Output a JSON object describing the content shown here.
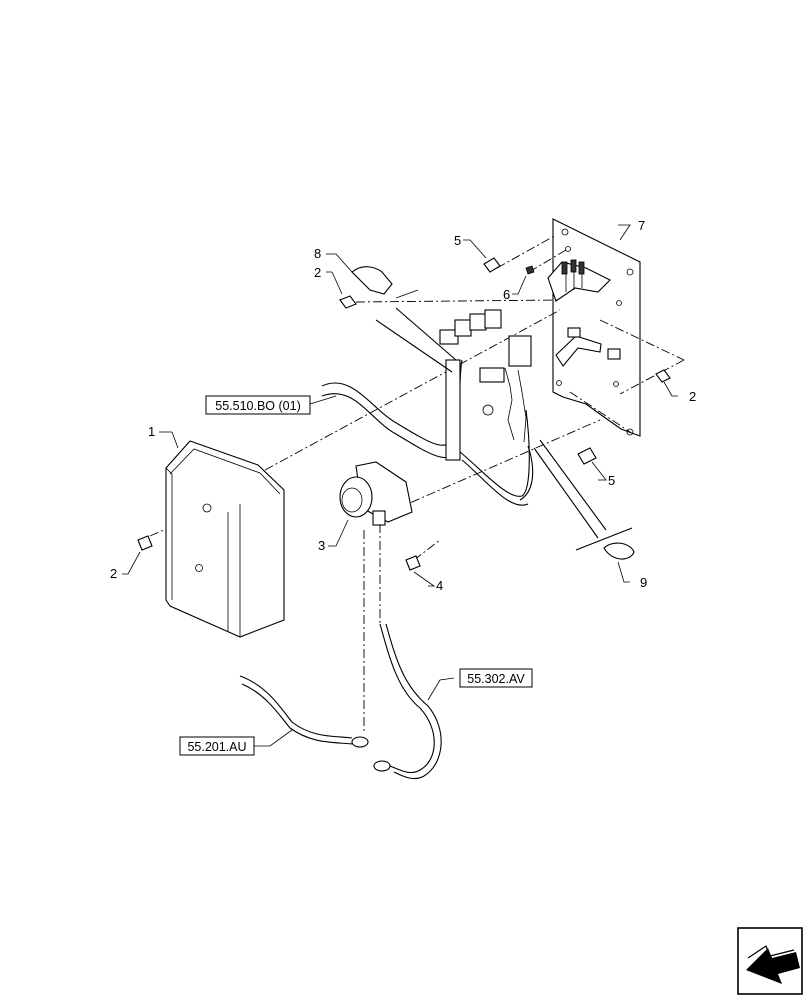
{
  "callouts": [
    "1",
    "2",
    "2",
    "2",
    "3",
    "4",
    "5",
    "5",
    "6",
    "7",
    "8",
    "9"
  ],
  "references": {
    "harness_top": "55.510.BO (01)",
    "cable_left": "55.201.AU",
    "cable_right": "55.302.AV"
  },
  "nav_icon": "arrow-navigation-icon"
}
